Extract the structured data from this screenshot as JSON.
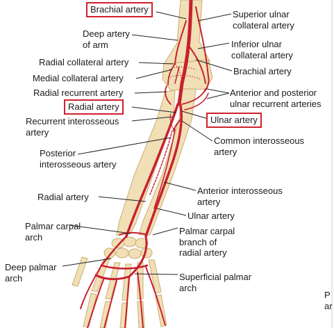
{
  "labels": {
    "brachial_top": "Brachial artery",
    "superior_ulnar_collateral": "Superior ulnar\ncollateral artery",
    "deep_artery_of_arm": "Deep artery\nof arm",
    "inferior_ulnar_collateral": "Inferior ulnar\ncollateral artery",
    "radial_collateral": "Radial collateral artery",
    "brachial_right": "Brachial artery",
    "medial_collateral": "Medial collateral artery",
    "radial_recurrent": "Radial recurrent artery",
    "ulnar_recurrent": "Anterior and posterior\nulnar recurrent arteries",
    "radial_boxed": "Radial artery",
    "ulnar_boxed": "Ulnar artery",
    "recurrent_interosseous": "Recurrent interosseous\nartery",
    "common_interosseous": "Common interosseous\nartery",
    "posterior_interosseous": "Posterior\ninterosseous artery",
    "anterior_interosseous": "Anterior interosseous\nartery",
    "radial_lower": "Radial artery",
    "ulnar_lower": "Ulnar artery",
    "palmar_carpal_arch": "Palmar carpal\narch",
    "palmar_carpal_branch": "Palmar carpal\nbranch of\nradial artery",
    "deep_palmar_arch": "Deep palmar\narch",
    "superficial_palmar_arch": "Superficial palmar\narch"
  },
  "page_fragment": "P\nar",
  "colors": {
    "artery": "#c8202e",
    "bone": "#f1dfb6",
    "bone_outline": "#c9ad76",
    "highlight_box": "#d0202e"
  }
}
